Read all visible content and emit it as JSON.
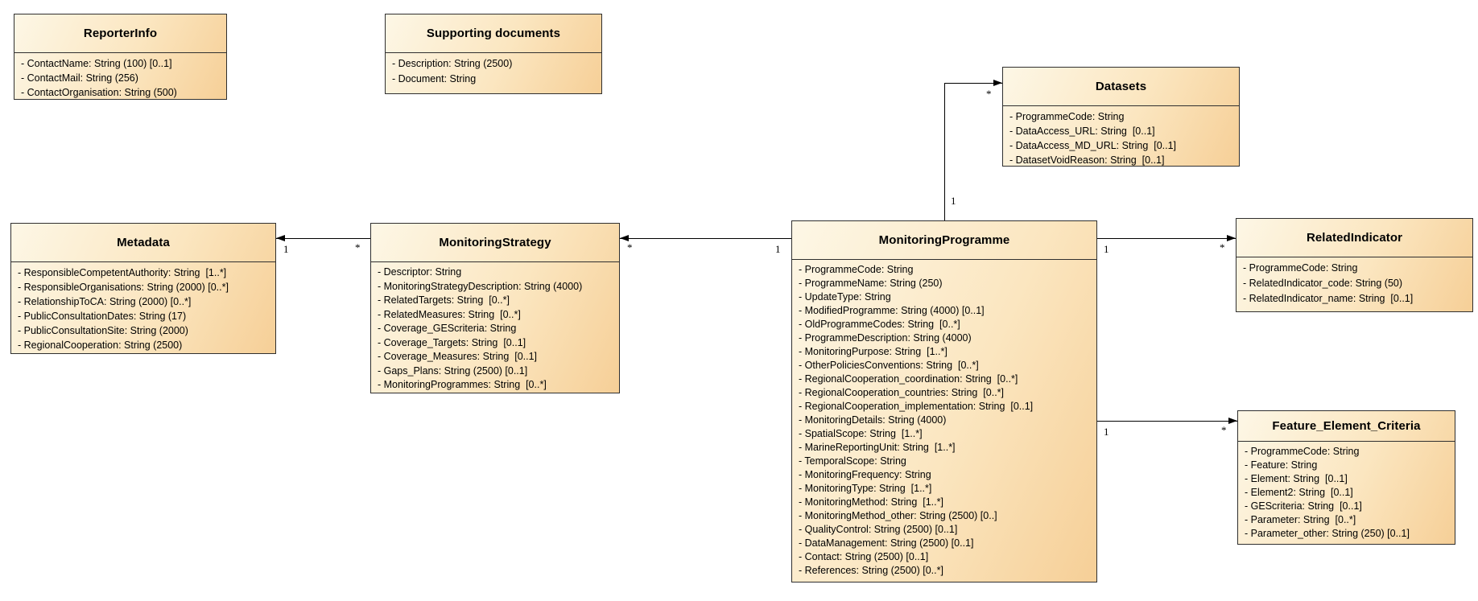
{
  "colors": {
    "box_border": "#2F2F2F",
    "box_fill_light": "#FDF7E6",
    "box_fill_dark": "#F6CF97",
    "connector_line": "#000000",
    "background": "#FFFFFF",
    "text": "#000000"
  },
  "classes": {
    "reporter_info": {
      "name": "ReporterInfo",
      "attributes": [
        "- ContactName: String (100) [0..1]",
        "- ContactMail: String (256)",
        "- ContactOrganisation: String (500)"
      ]
    },
    "supporting_documents": {
      "name": "Supporting documents",
      "attributes": [
        "- Description: String (2500)",
        "- Document: String"
      ]
    },
    "datasets": {
      "name": "Datasets",
      "attributes": [
        "- ProgrammeCode: String",
        "- DataAccess_URL: String  [0..1]",
        "- DataAccess_MD_URL: String  [0..1]",
        "- DatasetVoidReason: String  [0..1]"
      ]
    },
    "metadata": {
      "name": "Metadata",
      "attributes": [
        "- ResponsibleCompetentAuthority: String  [1..*]",
        "- ResponsibleOrganisations: String (2000) [0..*]",
        "- RelationshipToCA: String (2000) [0..*]",
        "- PublicConsultationDates: String (17)",
        "- PublicConsultationSite: String (2000)",
        "- RegionalCooperation: String (2500)"
      ]
    },
    "monitoring_strategy": {
      "name": "MonitoringStrategy",
      "attributes": [
        "- Descriptor: String",
        "- MonitoringStrategyDescription: String (4000)",
        "- RelatedTargets: String  [0..*]",
        "- RelatedMeasures: String  [0..*]",
        "- Coverage_GEScriteria: String",
        "- Coverage_Targets: String  [0..1]",
        "- Coverage_Measures: String  [0..1]",
        "- Gaps_Plans: String (2500) [0..1]",
        "- MonitoringProgrammes: String  [0..*]"
      ]
    },
    "monitoring_programme": {
      "name": "MonitoringProgramme",
      "attributes": [
        "- ProgrammeCode: String",
        "- ProgrammeName: String (250)",
        "- UpdateType: String",
        "- ModifiedProgramme: String (4000) [0..1]",
        "- OldProgrammeCodes: String  [0..*]",
        "- ProgrammeDescription: String (4000)",
        "- MonitoringPurpose: String  [1..*]",
        "- OtherPoliciesConventions: String  [0..*]",
        "- RegionalCooperation_coordination: String  [0..*]",
        "- RegionalCooperation_countries: String  [0..*]",
        "- RegionalCooperation_implementation: String  [0..1]",
        "- MonitoringDetails: String (4000)",
        "- SpatialScope: String  [1..*]",
        "- MarineReportingUnit: String  [1..*]",
        "- TemporalScope: String",
        "- MonitoringFrequency: String",
        "- MonitoringType: String  [1..*]",
        "- MonitoringMethod: String  [1..*]",
        "- MonitoringMethod_other: String (2500) [0..]",
        "- QualityControl: String (2500) [0..1]",
        "- DataManagement: String (2500) [0..1]",
        "- Contact: String (2500) [0..1]",
        "- References: String (2500) [0..*]"
      ]
    },
    "related_indicator": {
      "name": "RelatedIndicator",
      "attributes": [
        "- ProgrammeCode: String",
        "- RelatedIndicator_code: String (50)",
        "- RelatedIndicator_name: String  [0..1]"
      ]
    },
    "feature_element_criteria": {
      "name": "Feature_Element_Criteria",
      "attributes": [
        "- ProgrammeCode: String",
        "- Feature: String",
        "- Element: String  [0..1]",
        "- Element2: String  [0..1]",
        "- GEScriteria: String  [0..1]",
        "- Parameter: String  [0..*]",
        "- Parameter_other: String (250) [0..1]"
      ]
    }
  },
  "connectors": {
    "strategy_to_metadata": {
      "near_metadata": "1",
      "near_strategy": "*"
    },
    "programme_to_strategy": {
      "near_strategy": "*",
      "near_programme": "1"
    },
    "programme_to_datasets": {
      "near_programme": "1",
      "near_datasets": "*"
    },
    "programme_to_relatedindicator": {
      "near_programme": "1",
      "near_relatedindicator": "*"
    },
    "programme_to_featurecriteria": {
      "near_programme": "1",
      "near_featurecriteria": "*"
    }
  }
}
